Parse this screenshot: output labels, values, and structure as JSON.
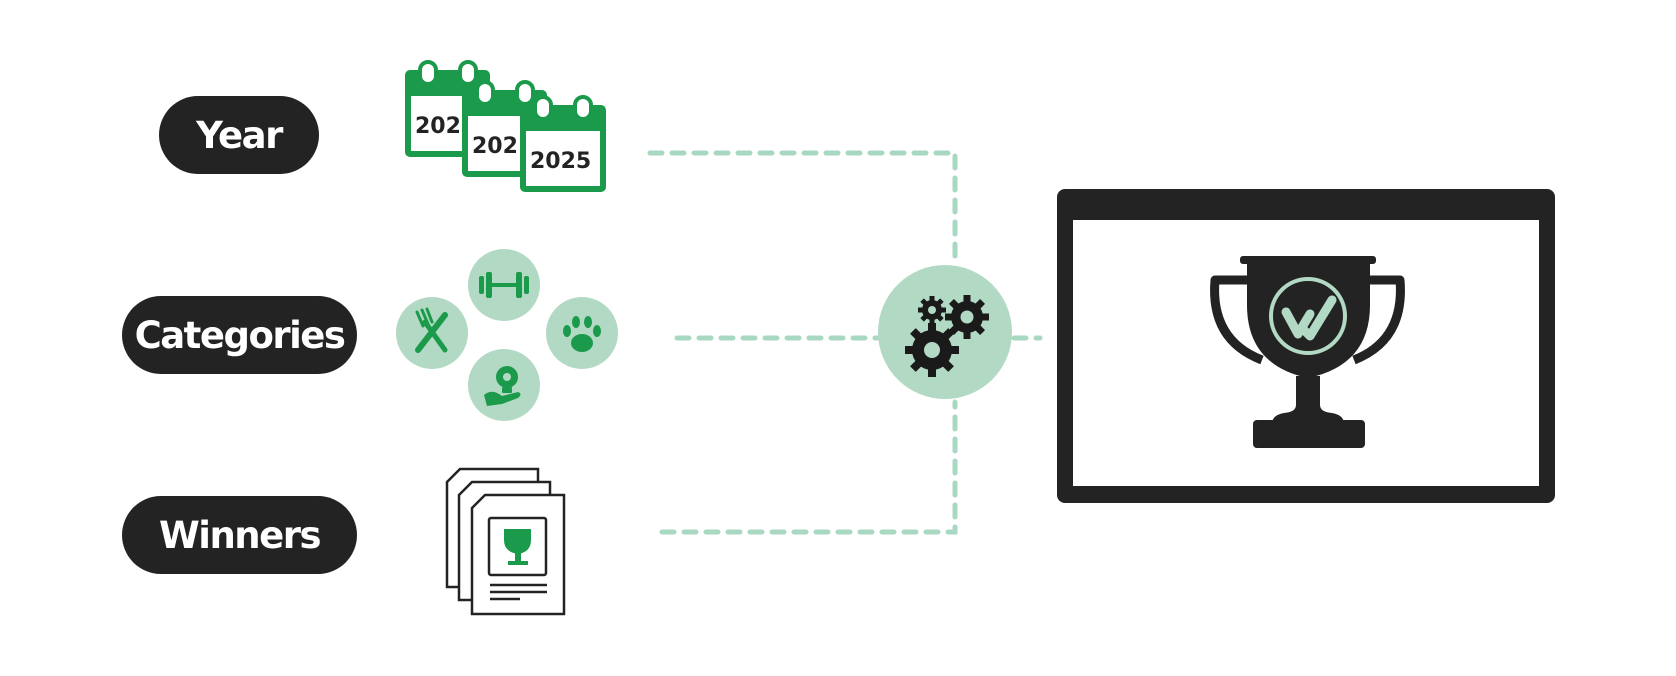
{
  "labels": {
    "year": "Year",
    "categories": "Categories",
    "winners": "Winners"
  },
  "calendars": [
    "202",
    "202",
    "2025"
  ],
  "category_icons": [
    "dumbbell-icon",
    "fork-knife-icon",
    "paw-icon",
    "hand-lightbulb-icon"
  ],
  "colors": {
    "dark": "#232323",
    "green": "#1a9a4a",
    "mint": "#b2d9c4",
    "dash": "#a9d8c2"
  }
}
